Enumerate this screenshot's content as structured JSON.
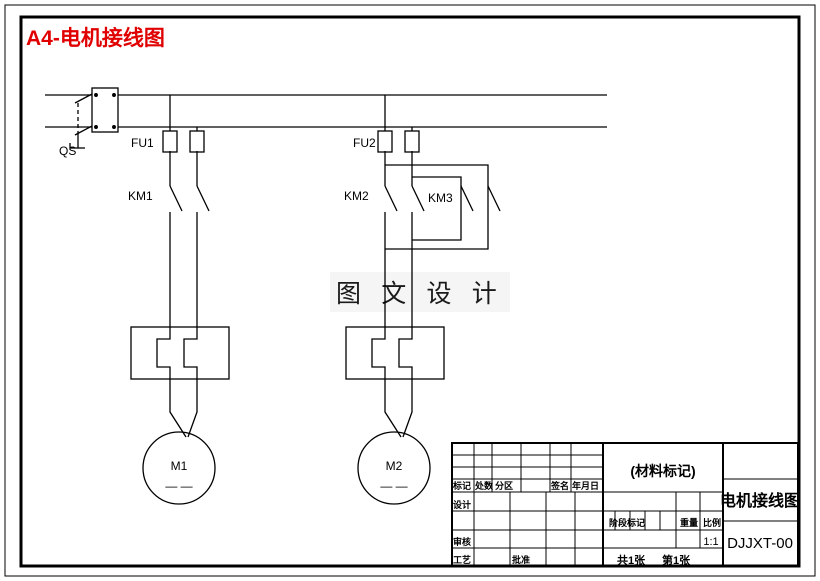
{
  "document": {
    "header_title": "A4-电机接线图",
    "watermark": "图 文 设 计"
  },
  "schematic": {
    "labels": {
      "qs": "QS",
      "fu1": "FU1",
      "fu2": "FU2",
      "km1": "KM1",
      "km2": "KM2",
      "km3": "KM3",
      "m1": "M1",
      "m2": "M2",
      "m1_phase": "—  —",
      "m2_phase": "—  —"
    }
  },
  "title_block": {
    "revision_headers": {
      "mark": "标记",
      "count": "处数",
      "zone": "分区",
      "signature": "签名",
      "date": "年月日"
    },
    "roles": {
      "design": "设计",
      "review": "审核",
      "process": "工艺",
      "approve": "批准"
    },
    "material_mark": "(材料标记)",
    "stage_headers": {
      "stage": "阶段标记",
      "weight": "重量",
      "scale": "比例"
    },
    "scale_value": "1:1",
    "sheet_total": "共1张",
    "sheet_index": "第1张",
    "drawing_name": "电机接线图",
    "drawing_code": "DJJXT-00"
  }
}
